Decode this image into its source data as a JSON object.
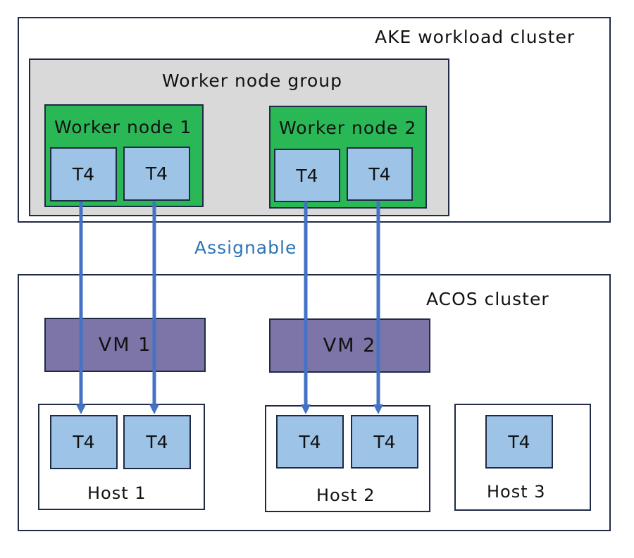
{
  "colors": {
    "link": "#4472c4",
    "gpu": "#9dc3e6",
    "worker_node": "#2ab857",
    "worker_group": "#d9d9d9",
    "vm": "#7d75a8",
    "border": "#1f2a44",
    "assignable_text": "#2e75b6"
  },
  "ake_cluster": {
    "label": "AKE workload cluster",
    "worker_group": {
      "label": "Worker node group",
      "nodes": [
        {
          "label": "Worker node 1",
          "gpus": [
            "T4",
            "T4"
          ]
        },
        {
          "label": "Worker node 2",
          "gpus": [
            "T4",
            "T4"
          ]
        }
      ]
    }
  },
  "link_label": "Assignable",
  "acos_cluster": {
    "label": "ACOS cluster",
    "vms": [
      {
        "label": "VM 1"
      },
      {
        "label": "VM 2"
      }
    ],
    "hosts": [
      {
        "label": "Host 1",
        "gpus": [
          "T4",
          "T4"
        ]
      },
      {
        "label": "Host 2",
        "gpus": [
          "T4",
          "T4"
        ]
      },
      {
        "label": "Host 3",
        "gpus": [
          "T4"
        ]
      }
    ]
  }
}
